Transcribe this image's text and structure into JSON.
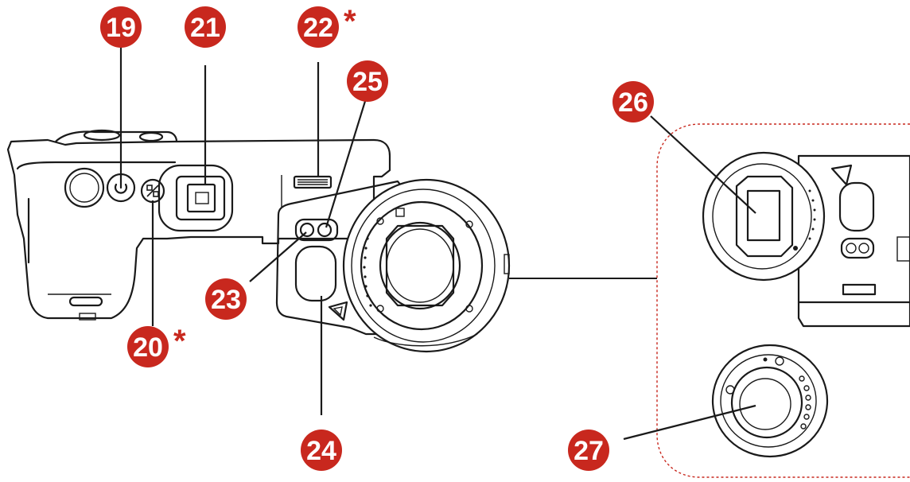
{
  "colors": {
    "badge": "#c8281e",
    "leader": "#c8281e",
    "outline": "#1a1a1a",
    "inset_border": "#c8281e"
  },
  "callouts": [
    {
      "id": "19",
      "label": "19",
      "asterisk": ""
    },
    {
      "id": "20",
      "label": "20",
      "asterisk": "*"
    },
    {
      "id": "21",
      "label": "21",
      "asterisk": ""
    },
    {
      "id": "22",
      "label": "22",
      "asterisk": "*"
    },
    {
      "id": "23",
      "label": "23",
      "asterisk": ""
    },
    {
      "id": "24",
      "label": "24",
      "asterisk": ""
    },
    {
      "id": "25",
      "label": "25",
      "asterisk": ""
    },
    {
      "id": "26",
      "label": "26",
      "asterisk": ""
    },
    {
      "id": "27",
      "label": "27",
      "asterisk": ""
    }
  ],
  "icons": {
    "power": "power-icon",
    "percent_button": "percent-icon",
    "warning": "warning-triangle-icon"
  }
}
